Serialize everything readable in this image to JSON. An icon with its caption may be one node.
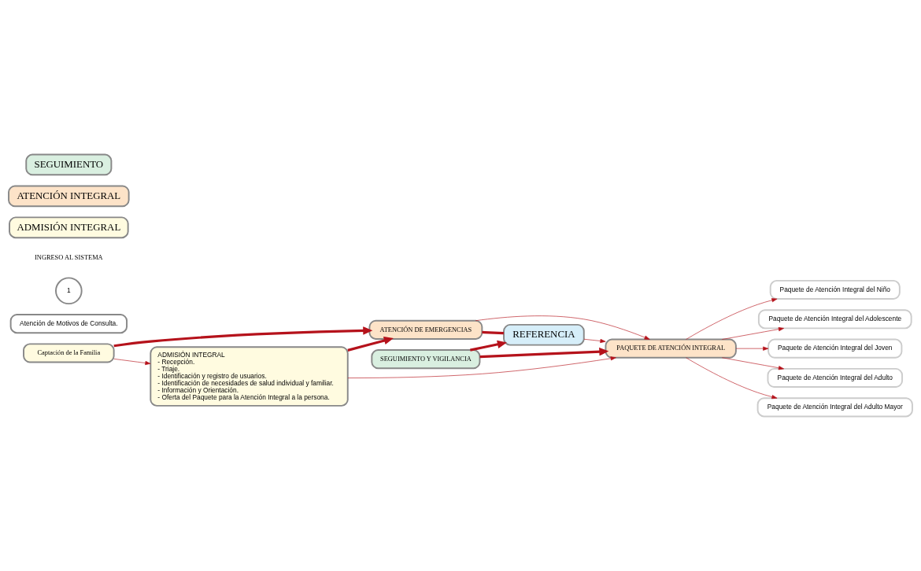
{
  "diagram": {
    "nodes": [
      {
        "text": [
          "Captación de la Familia"
        ]
      },
      {
        "text": [
          "ATENCIÓN DE EMERGENCIAS"
        ]
      },
      {
        "text": [
          "REFERENCIA"
        ]
      },
      {
        "text": [
          "ADMISIÓN INTEGRAL",
          "- Recepción.",
          "- Triaje.",
          "- Identificación y registro de usuarios.",
          "- Identificación de necesidades de salud individual y familiar.",
          "- Información y Orientación.",
          "- Oferta del Paquete para la Atención Integral a la persona."
        ]
      },
      {
        "text": [
          "PAQUETE DE ATENCIÓN INTEGRAL"
        ]
      },
      {
        "text": [
          "Paquete de Atención Integral del Niño"
        ]
      },
      {
        "text": [
          "Paquete de Atención Integral del Adolescente"
        ]
      },
      {
        "text": [
          "Paquete de Atención Integral del Joven"
        ]
      },
      {
        "text": [
          "Paquete de Atención Integral del Adulto"
        ]
      },
      {
        "text": [
          "Paquete de Atención Integral del Adulto Mayor"
        ]
      },
      {
        "text": [
          "Atención de Motivos de Consulta."
        ]
      },
      {
        "text": [
          "SEGUIMIENTO Y VIGILANCIA"
        ]
      },
      {
        "text": [
          "1"
        ],
        "beside": [
          "INGRESO AL SISTEMA"
        ]
      },
      {
        "text": [
          "ADMISIÓN INTEGRAL"
        ]
      },
      {
        "text": [
          "ATENCIÓN INTEGRAL"
        ]
      },
      {
        "text": [
          "SEGUIMIENTO"
        ]
      }
    ],
    "edges": [
      {
        "from": 0,
        "to": 1,
        "arrow": "to",
        "style": "thick"
      },
      {
        "from": 0,
        "to": 3,
        "arrow": "to"
      },
      {
        "from": 3,
        "to": 1,
        "arrow": "to",
        "style": "thick"
      },
      {
        "from": 3,
        "to": 4,
        "arrow": "to"
      },
      {
        "from": 1,
        "to": 2,
        "arrow": "none",
        "style": "thick"
      },
      {
        "from": 1,
        "to": 4,
        "arrow": "to"
      },
      {
        "from": 2,
        "to": 4,
        "arrow": "to"
      },
      {
        "from": 4,
        "to": 5,
        "arrow": "to"
      },
      {
        "from": 4,
        "to": 6,
        "arrow": "to"
      },
      {
        "from": 4,
        "to": 7,
        "arrow": "to"
      },
      {
        "from": 4,
        "to": 8,
        "arrow": "to"
      },
      {
        "from": 4,
        "to": 9,
        "arrow": "to"
      },
      {
        "from": 11,
        "to": 2,
        "arrow": "to",
        "style": "thick"
      },
      {
        "from": 11,
        "to": 4,
        "arrow": "to",
        "style": "thick"
      }
    ]
  }
}
